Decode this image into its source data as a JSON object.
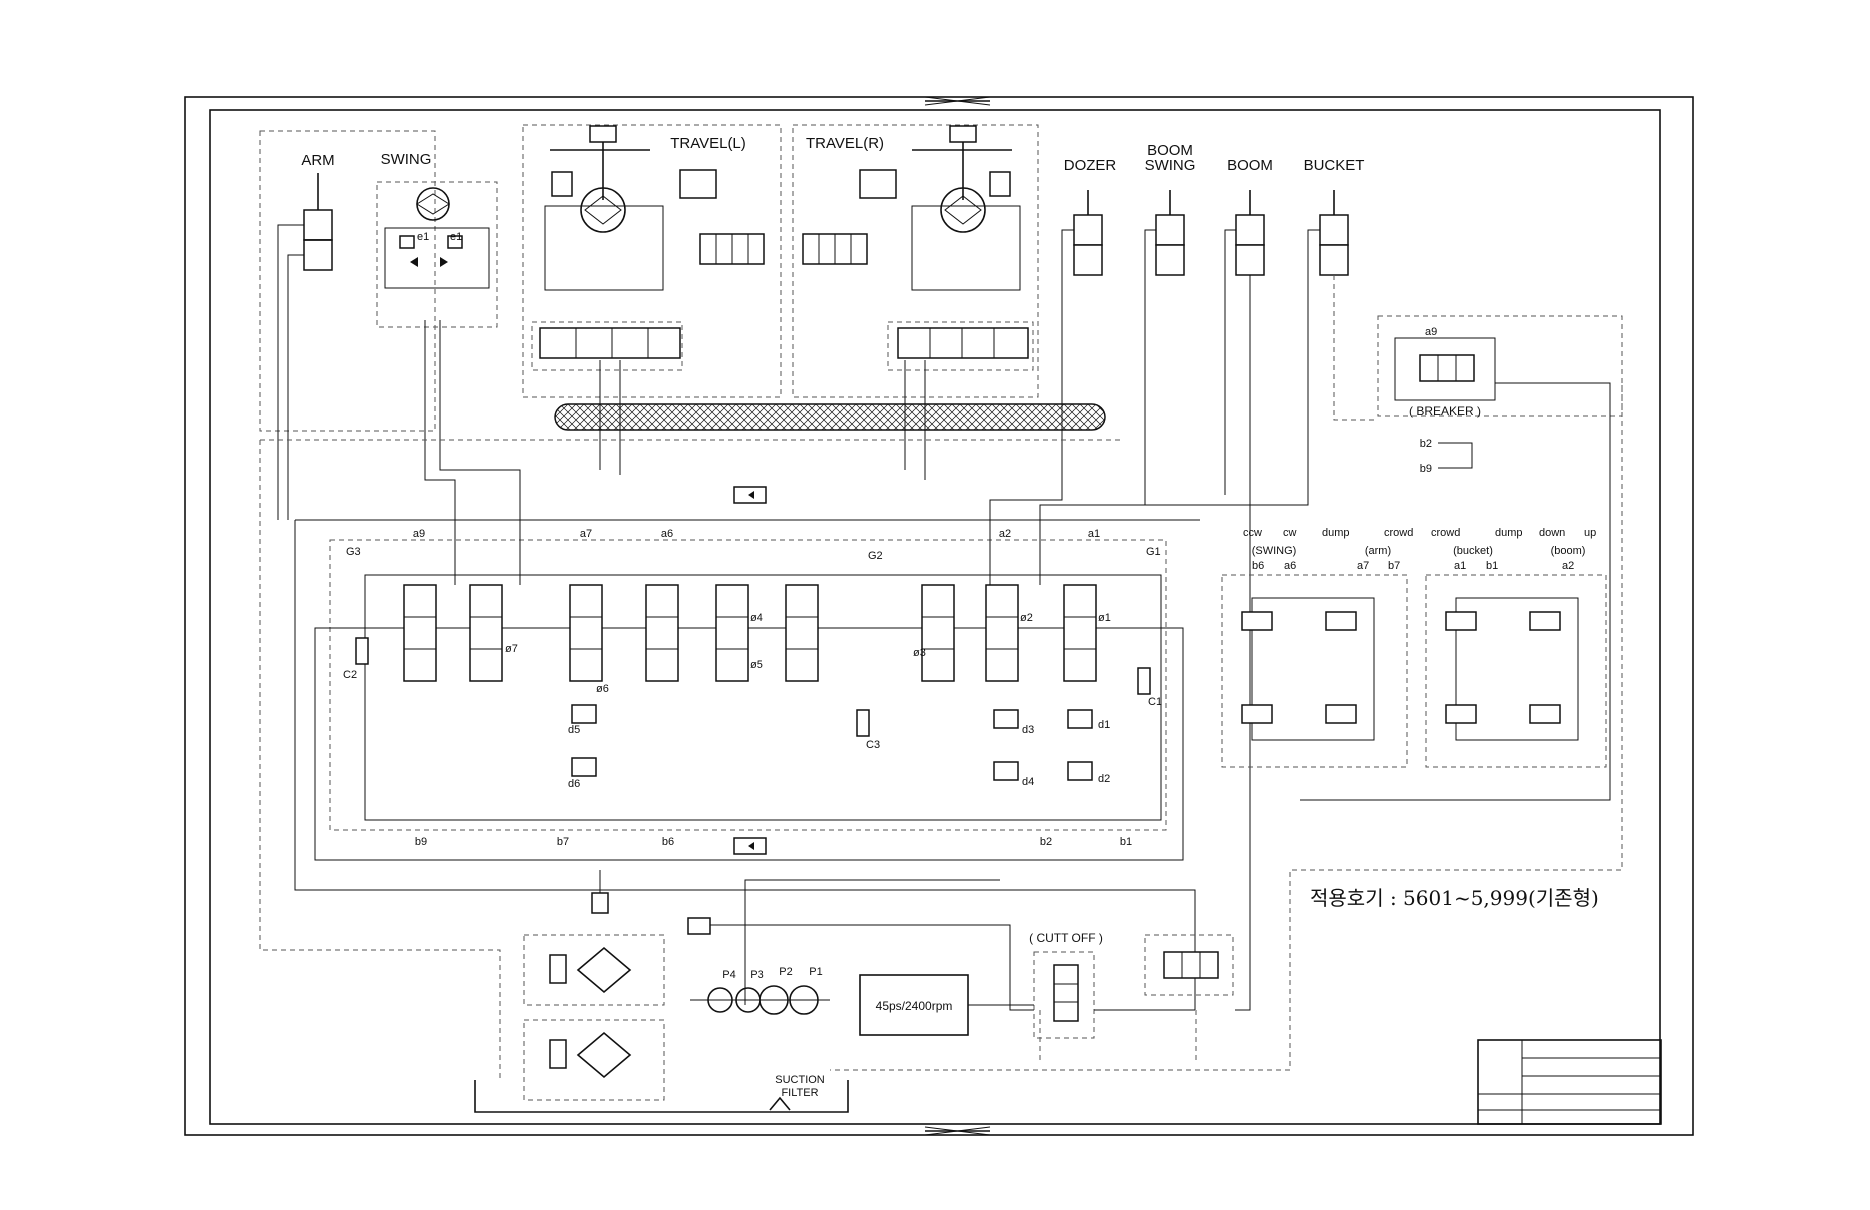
{
  "components": {
    "arm": "ARM",
    "swing": "SWING",
    "travel_left": "TRAVEL(L)",
    "travel_right": "TRAVEL(R)",
    "dozer": "DOZER",
    "boom_swing_1": "BOOM",
    "boom_swing_2": "SWING",
    "boom": "BOOM",
    "bucket": "BUCKET",
    "breaker": "( BREAKER )",
    "cut_off": "( CUTT OFF )",
    "engine": "45ps/2400rpm",
    "suction_filter_1": "SUCTION",
    "suction_filter_2": "FILTER"
  },
  "pumps": [
    "P4",
    "P3",
    "P2",
    "P1"
  ],
  "ports_top": [
    "a9",
    "a7",
    "a6",
    "a2",
    "a1"
  ],
  "ports_bottom": [
    "b9",
    "b7",
    "b6",
    "b2",
    "b1"
  ],
  "groups": [
    "G3",
    "G2",
    "G1"
  ],
  "valves": [
    "C2",
    "C3",
    "C1",
    "ø7",
    "ø6",
    "ø4",
    "ø5",
    "ø3",
    "ø2",
    "ø1",
    "d5",
    "d6",
    "d3",
    "d4",
    "d1",
    "d2"
  ],
  "motor_ports": [
    "e1",
    "e1"
  ],
  "breaker_ports": [
    "a9",
    "b2",
    "b9"
  ],
  "joystick_left": {
    "dir1": "ccw",
    "dir1b": "cw",
    "dir2": "dump",
    "dir2b": "crowd",
    "func1": "(SWING)",
    "func2": "(arm)",
    "ports": [
      "b6",
      "a6",
      "a7",
      "b7"
    ]
  },
  "joystick_right": {
    "dir1": "crowd",
    "dir1b": "dump",
    "dir2": "down",
    "dir2b": "up",
    "func1": "(bucket)",
    "func2": "(boom)",
    "ports": [
      "a1",
      "b1",
      "a2"
    ]
  },
  "applicable_models": "적용호기 : 5601~5,999(기존형)",
  "colors": {
    "line": "#111111",
    "dashed": "#555555",
    "background": "#ffffff"
  }
}
